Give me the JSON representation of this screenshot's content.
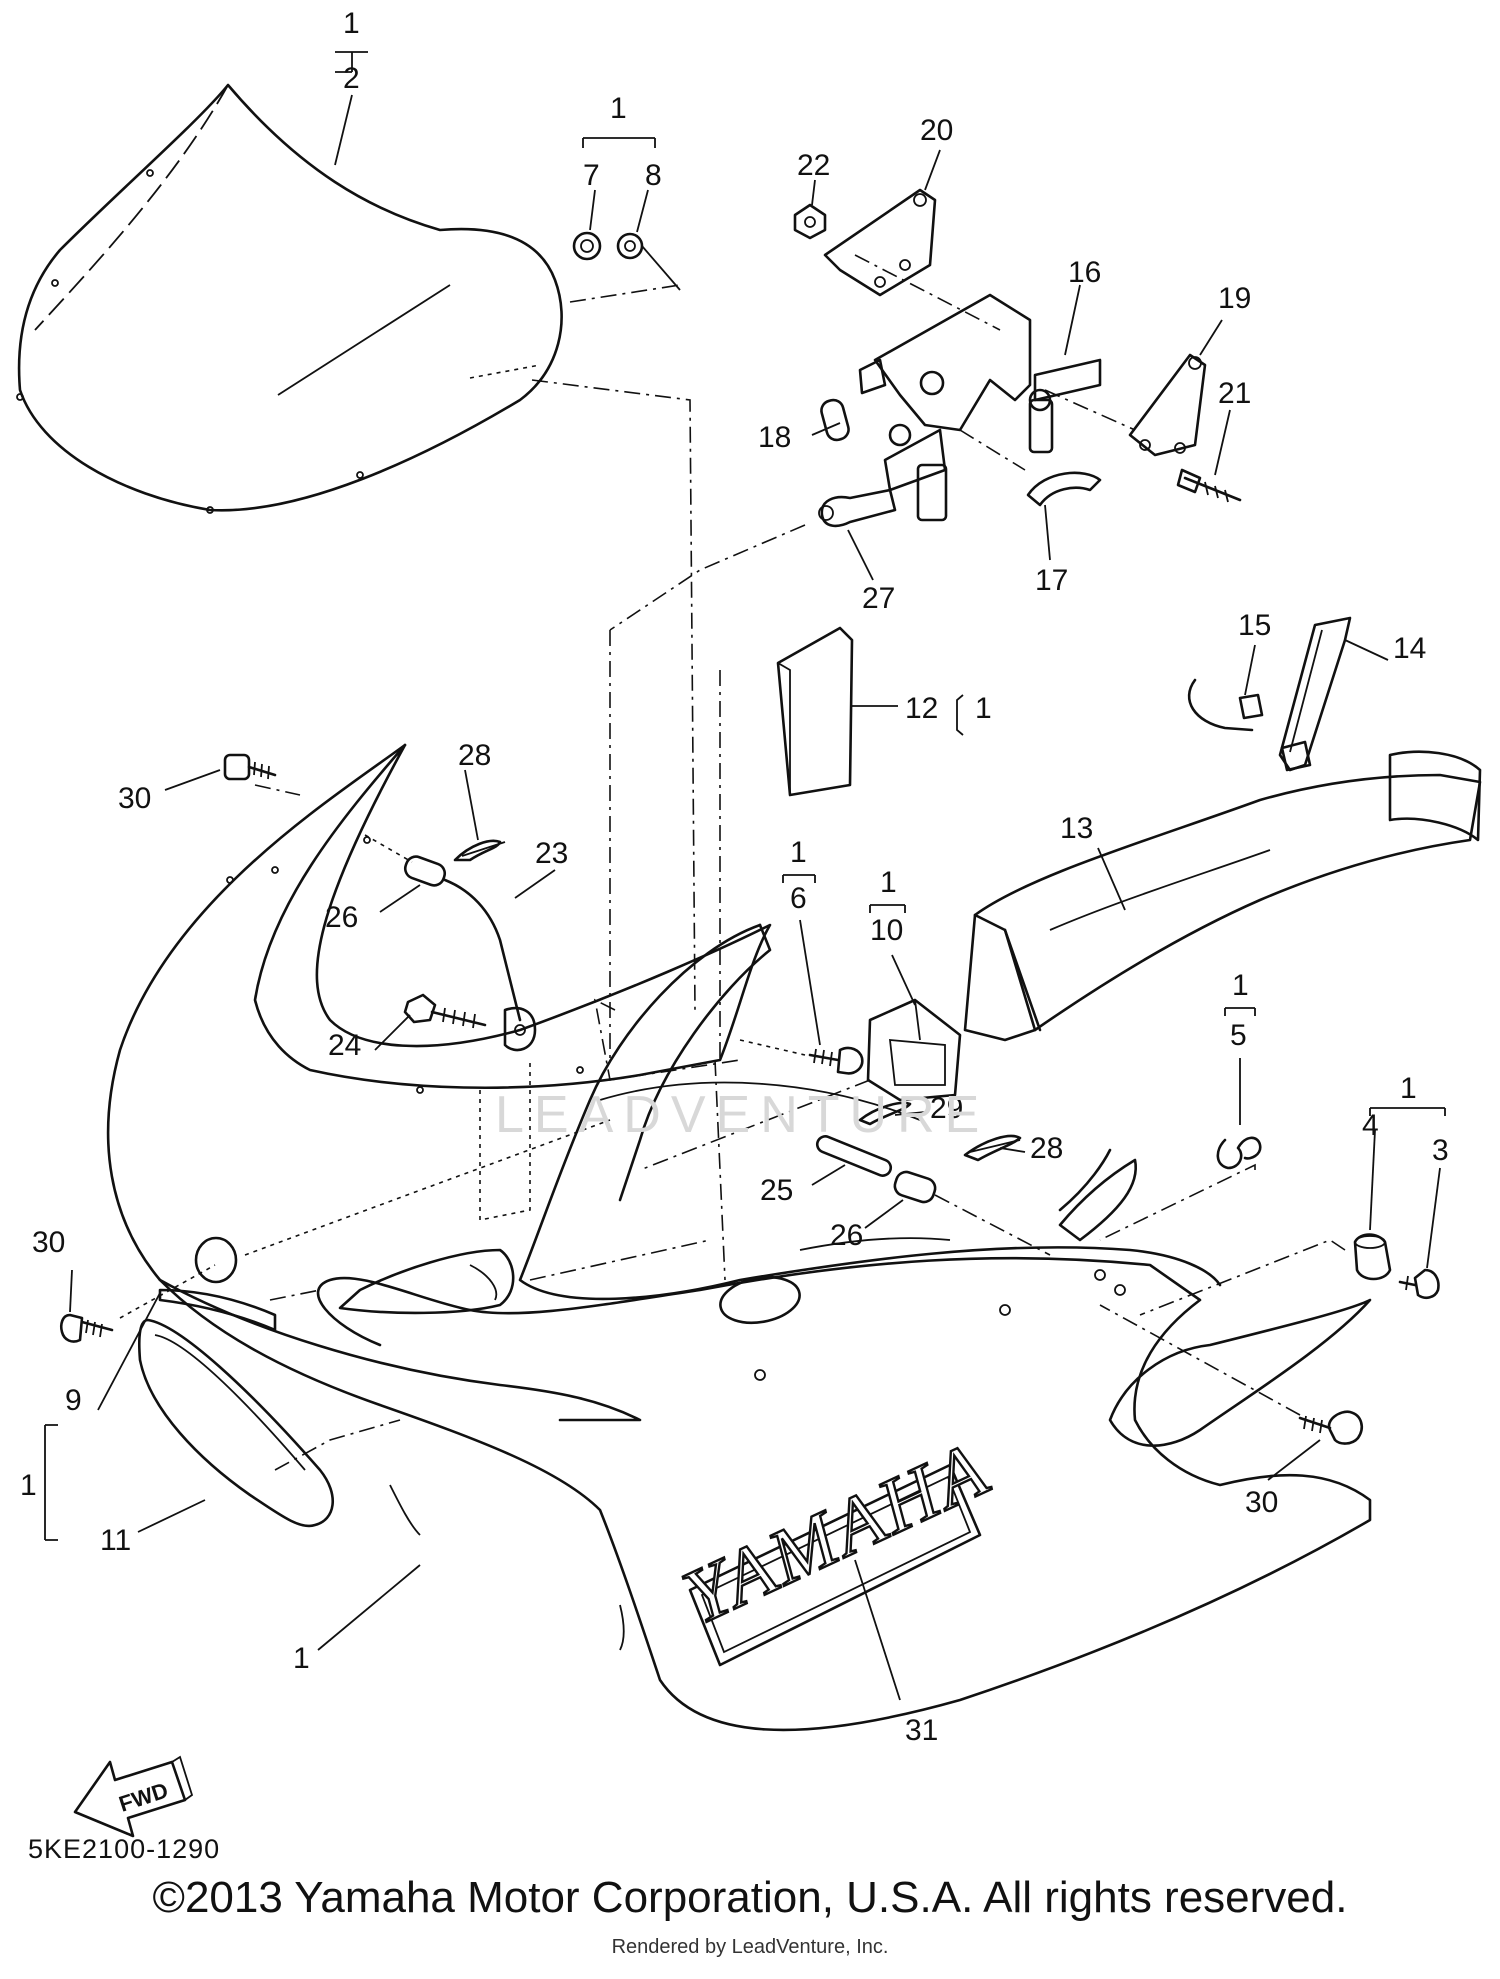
{
  "diagram": {
    "code": "5KE2100-1290",
    "copyright": "©2013 Yamaha Motor Corporation, U.S.A. All rights reserved.",
    "render_credit": "Rendered by LeadVenture, Inc.",
    "watermark": "LEADVENTURE",
    "brand_text": "YAMAHA",
    "direction_label": "FWD"
  },
  "callouts": {
    "c1_top": "1",
    "c2": "2",
    "c1_78": "1",
    "c7": "7",
    "c8": "8",
    "c22": "22",
    "c20": "20",
    "c16": "16",
    "c19": "19",
    "c18": "18",
    "c21": "21",
    "c27": "27",
    "c17": "17",
    "c15": "15",
    "c14": "14",
    "c12": "12",
    "c12_group": "1",
    "c28a": "28",
    "c30a": "30",
    "c23": "23",
    "c26a": "26",
    "c24": "24",
    "c1_6": "1",
    "c6": "6",
    "c1_10": "1",
    "c10": "10",
    "c13": "13",
    "c1_5": "1",
    "c5": "5",
    "c29": "29",
    "c28b": "28",
    "c25": "25",
    "c26b": "26",
    "c1_34": "1",
    "c4": "4",
    "c3": "3",
    "c30b": "30",
    "c9": "9",
    "c1_911": "1",
    "c11": "11",
    "c30c": "30",
    "c1_cowl": "1",
    "c31": "31"
  }
}
